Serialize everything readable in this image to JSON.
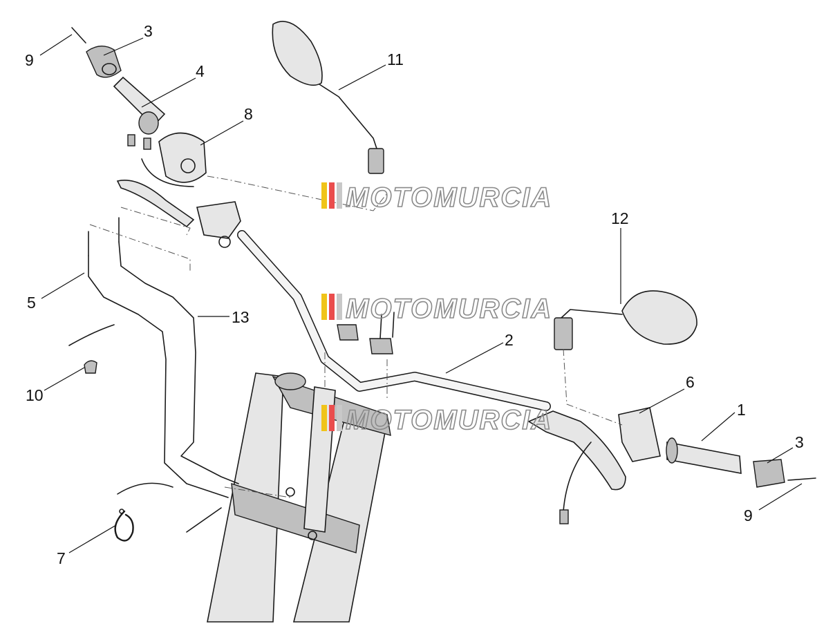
{
  "diagram": {
    "callouts": [
      {
        "id": "c-9a",
        "label": "9"
      },
      {
        "id": "c-3a",
        "label": "3"
      },
      {
        "id": "c-4",
        "label": "4"
      },
      {
        "id": "c-8",
        "label": "8"
      },
      {
        "id": "c-11",
        "label": "11"
      },
      {
        "id": "c-12",
        "label": "12"
      },
      {
        "id": "c-5",
        "label": "5"
      },
      {
        "id": "c-13",
        "label": "13"
      },
      {
        "id": "c-2",
        "label": "2"
      },
      {
        "id": "c-10",
        "label": "10"
      },
      {
        "id": "c-6",
        "label": "6"
      },
      {
        "id": "c-1",
        "label": "1"
      },
      {
        "id": "c-3b",
        "label": "3"
      },
      {
        "id": "c-9b",
        "label": "9"
      },
      {
        "id": "c-7",
        "label": "7"
      }
    ]
  },
  "watermark": {
    "text": "MOTOMURCIA",
    "stripe_colors": [
      "#f0c419",
      "#ea4d4d",
      "#c8c8c8"
    ]
  }
}
